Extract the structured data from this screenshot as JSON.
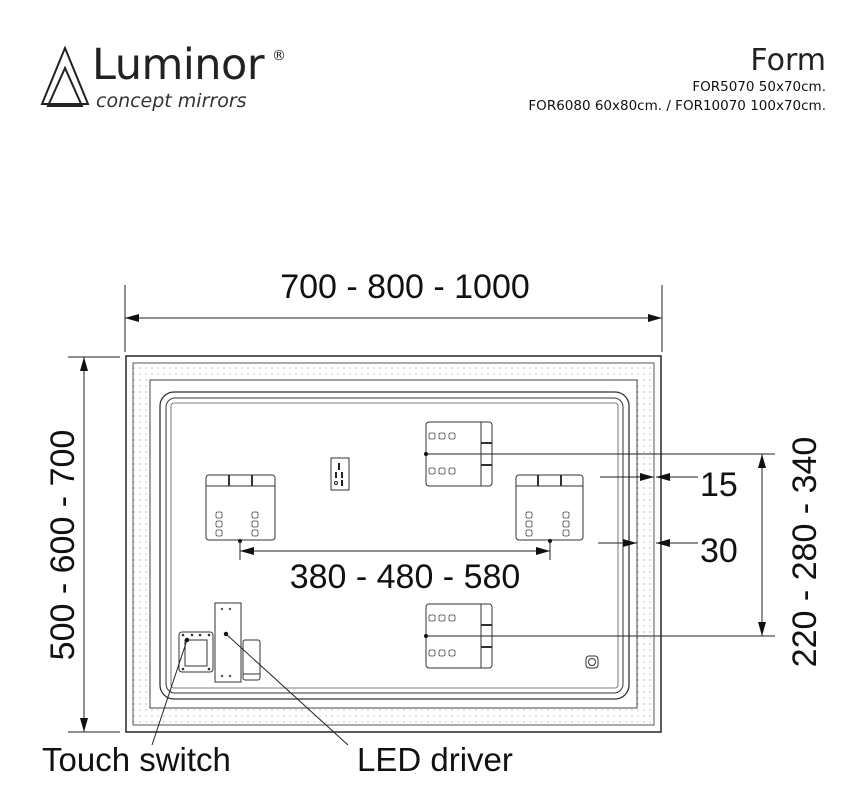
{
  "brand": {
    "name": "Luminor",
    "registered": "®",
    "tagline": "concept mirrors"
  },
  "header": {
    "title": "Form",
    "models_line1": "FOR5070 50x70cm.",
    "models_line2": "FOR6080 60x80cm. / FOR10070 100x70cm."
  },
  "dimensions": {
    "width": "700 - 800 - 1000",
    "height": "500 - 600 - 700",
    "bracket_vertical": "220 - 280 - 340",
    "bracket_horizontal": "380 - 480 - 580",
    "offset_top": "15",
    "offset_bottom": "30"
  },
  "labels": {
    "touch_switch": "Touch switch",
    "led_driver": "LED driver"
  }
}
